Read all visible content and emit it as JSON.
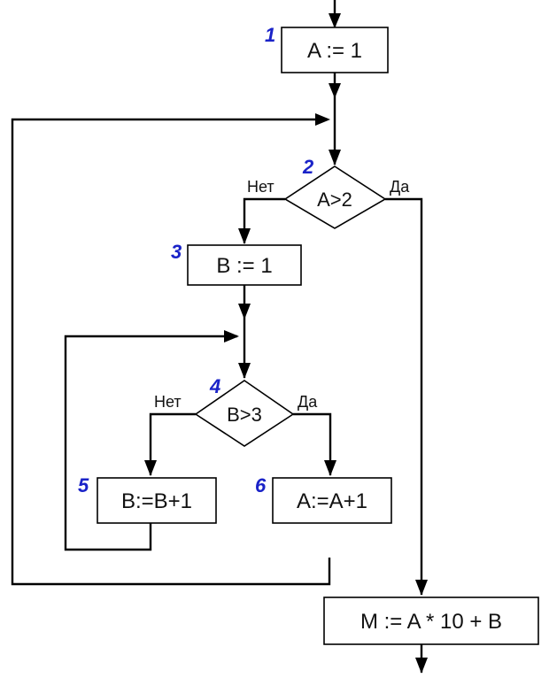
{
  "blocks": {
    "b1": {
      "number": "1",
      "text": "A := 1"
    },
    "b2": {
      "number": "2",
      "text": "A>2",
      "no_label": "Нет",
      "yes_label": "Да"
    },
    "b3": {
      "number": "3",
      "text": "B := 1"
    },
    "b4": {
      "number": "4",
      "text": "B>3",
      "no_label": "Нет",
      "yes_label": "Да"
    },
    "b5": {
      "number": "5",
      "text": "B:=B+1"
    },
    "b6": {
      "number": "6",
      "text": "A:=A+1"
    },
    "b7": {
      "text": "M := A * 10 + B"
    }
  },
  "colors": {
    "lines": "#000000",
    "block_numbers": "#1a23c8",
    "background": "#ffffff"
  }
}
